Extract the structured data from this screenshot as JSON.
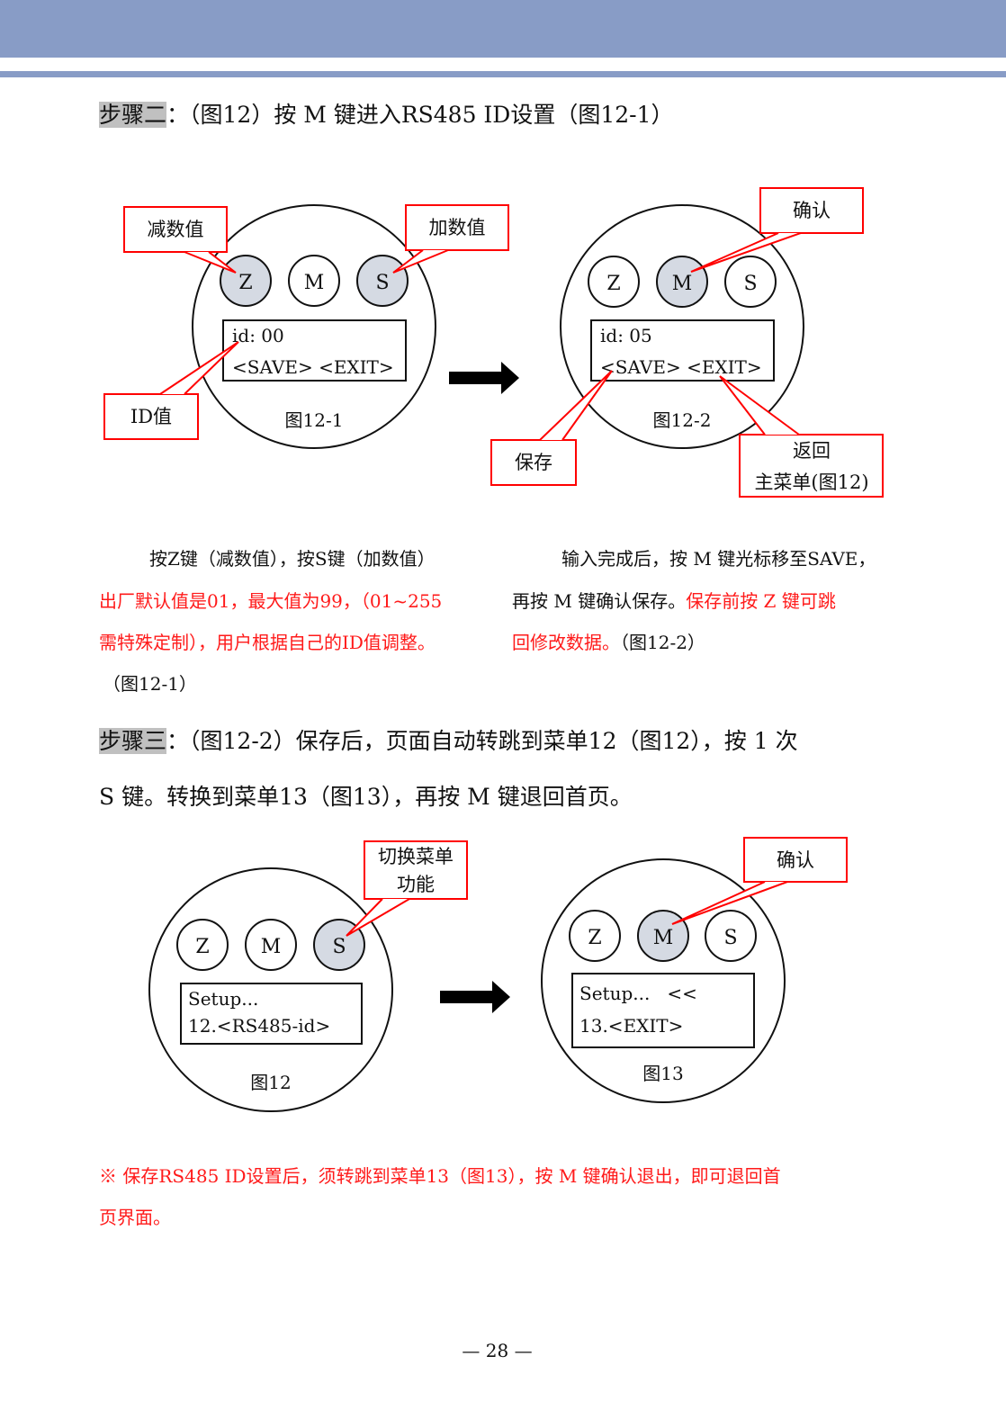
{
  "step2": {
    "label": "步骤二",
    "text": "：（图12）按 M 键进入RS485 ID设置（图12-1）"
  },
  "fig12_1": {
    "buttons": [
      "Z",
      "M",
      "S"
    ],
    "lcd_line1": "id: 00",
    "lcd_line2": "<SAVE>  <EXIT>",
    "caption": "图12-1",
    "callout_minus": "减数值",
    "callout_plus": "加数值",
    "callout_id": "ID值"
  },
  "fig12_2": {
    "buttons": [
      "Z",
      "M",
      "S"
    ],
    "lcd_line1": "id: 05",
    "lcd_line2": "<SAVE>  <EXIT>",
    "caption": "图12-2",
    "callout_confirm": "确认",
    "callout_save": "保存",
    "callout_back_1": "返回",
    "callout_back_2": "主菜单(图12)"
  },
  "left_para": {
    "line1": "按Z键（减数值），按S键（加数值）",
    "line2": "出厂默认值是01，最大值为99，（01~255",
    "line3": "需特殊定制），用户根据自己的ID值调整。",
    "line4": "（图12-1）"
  },
  "right_para": {
    "line1": "输入完成后，按 M 键光标移至SAVE，",
    "line2_black": "再按 M 键确认保存。",
    "line2_red": "保存前按 Z 键可跳",
    "line3_red": "回修改数据。",
    "line3_black": "（图12-2）"
  },
  "step3": {
    "label": "步骤三",
    "line1": "：（图12-2）保存后，页面自动转跳到菜单12（图12），按 1 次",
    "line2": "S 键。转换到菜单13（图13），再按 M 键退回首页。"
  },
  "fig12": {
    "buttons": [
      "Z",
      "M",
      "S"
    ],
    "lcd_line1": "Setup...",
    "lcd_line2": "12.<RS485-id>",
    "caption": "图12",
    "callout_switch_1": "切换菜单",
    "callout_switch_2": "功能"
  },
  "fig13": {
    "buttons": [
      "Z",
      "M",
      "S"
    ],
    "lcd_line1": "Setup...   <<",
    "lcd_line2": "13.<EXIT>",
    "caption": "图13",
    "callout_confirm": "确认"
  },
  "note": {
    "line1": "※ 保存RS485 ID设置后，须转跳到菜单13（图13），按 M 键确认退出，即可退回首",
    "line2": "页界面。"
  },
  "page_number": "— 28 —",
  "colors": {
    "header": "#889cc6",
    "red": "#ff1a1a",
    "button_fill": "#d5dae3"
  }
}
